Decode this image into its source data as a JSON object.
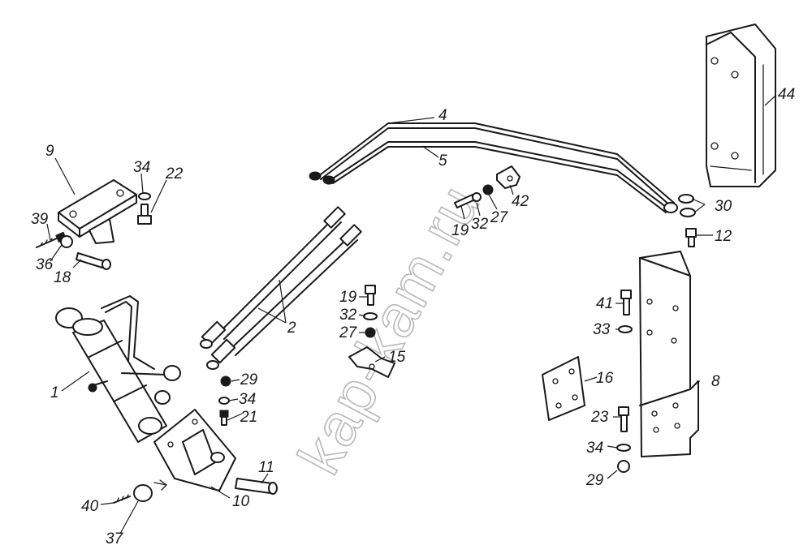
{
  "watermark": "kap-kam.ru",
  "callouts": {
    "c1": "1",
    "c2": "2",
    "c4": "4",
    "c5": "5",
    "c8": "8",
    "c9": "9",
    "c10": "10",
    "c11": "11",
    "c12": "12",
    "c15": "15",
    "c16": "16",
    "c18": "18",
    "c19a": "19",
    "c19b": "19",
    "c21": "21",
    "c22": "22",
    "c23": "23",
    "c27a": "27",
    "c27b": "27",
    "c29a": "29",
    "c29b": "29",
    "c30": "30",
    "c32a": "32",
    "c32b": "32",
    "c33": "33",
    "c34a": "34",
    "c34b": "34",
    "c34c": "34",
    "c36": "36",
    "c37": "37",
    "c39": "39",
    "c40": "40",
    "c41": "41",
    "c42": "42",
    "c44": "44"
  }
}
